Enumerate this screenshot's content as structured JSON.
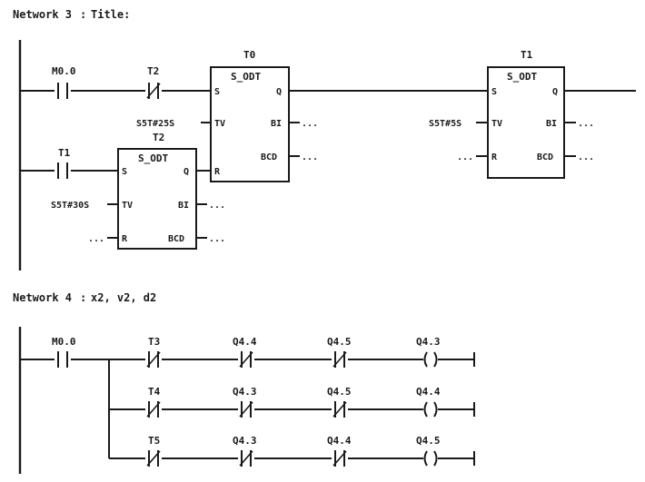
{
  "networks": [
    {
      "number": "Network 3",
      "sep": ":",
      "title": "Title:"
    },
    {
      "number": "Network 4",
      "sep": ":",
      "title": "x2, v2, d2"
    }
  ],
  "n3": {
    "c1": "M0.0",
    "c2": "T2",
    "c3": "T1",
    "t0": {
      "name": "T0",
      "type": "S_ODT",
      "s": "S",
      "tv": "TV",
      "r": "R",
      "q": "Q",
      "bi": "BI",
      "bcd": "BCD",
      "tv_in": "S5T#25S",
      "bi_out": "...",
      "bcd_out": "..."
    },
    "t2": {
      "name": "T2",
      "type": "S_ODT",
      "s": "S",
      "tv": "TV",
      "r": "R",
      "q": "Q",
      "bi": "BI",
      "bcd": "BCD",
      "tv_in": "S5T#30S",
      "r_in": "...",
      "bi_out": "...",
      "bcd_out": "..."
    },
    "t1": {
      "name": "T1",
      "type": "S_ODT",
      "s": "S",
      "tv": "TV",
      "r": "R",
      "q": "Q",
      "bi": "BI",
      "bcd": "BCD",
      "tv_in": "S5T#5S",
      "r_in": "...",
      "bi_out": "...",
      "bcd_out": "..."
    }
  },
  "n4": {
    "start": "M0.0",
    "rows": [
      {
        "c1": "T3",
        "c2": "Q4.4",
        "c3": "Q4.5",
        "coil": "Q4.3"
      },
      {
        "c1": "T4",
        "c2": "Q4.3",
        "c3": "Q4.5",
        "coil": "Q4.4"
      },
      {
        "c1": "T5",
        "c2": "Q4.3",
        "c3": "Q4.4",
        "coil": "Q4.5"
      }
    ]
  }
}
